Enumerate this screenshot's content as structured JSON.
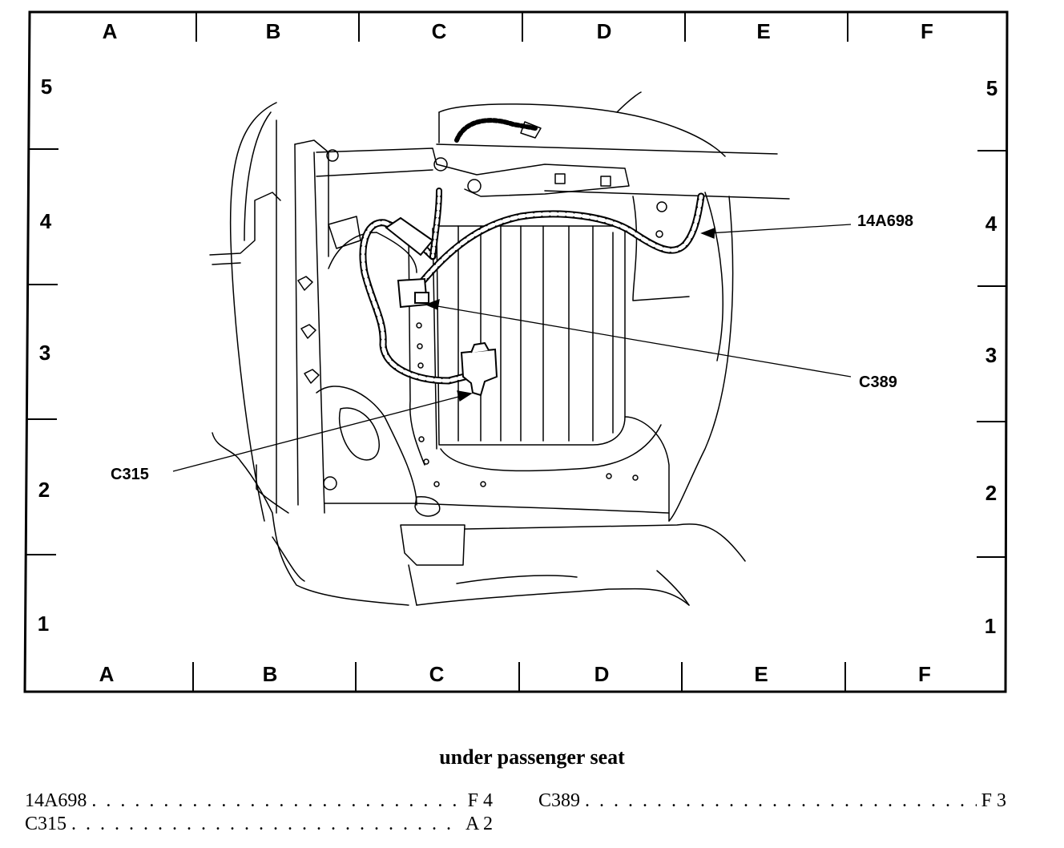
{
  "grid": {
    "columns": [
      "A",
      "B",
      "C",
      "D",
      "E",
      "F"
    ],
    "rows": [
      "5",
      "4",
      "3",
      "2",
      "1"
    ]
  },
  "callouts": [
    {
      "label": "14A698",
      "grid_ref": "F 4"
    },
    {
      "label": "C389",
      "grid_ref": "F 3"
    },
    {
      "label": "C315",
      "grid_ref": "A 2"
    }
  ],
  "caption": "under passenger seat",
  "legend": [
    {
      "label": "14A698",
      "ref": "F 4"
    },
    {
      "label": "C315",
      "ref": "A 2"
    },
    {
      "label": "C389",
      "ref": "F 3"
    }
  ]
}
